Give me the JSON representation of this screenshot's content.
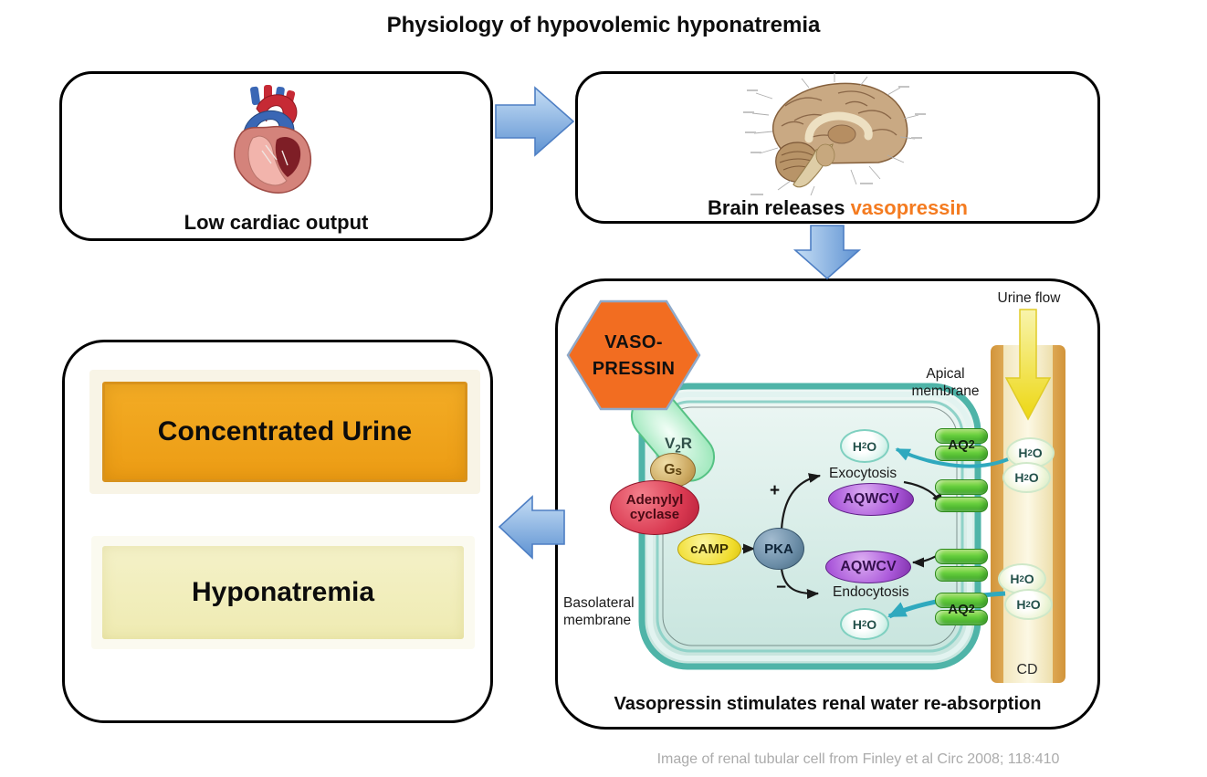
{
  "title": "Physiology of hypovolemic hyponatremia",
  "footnote": "Image of renal tubular cell from Finley et al Circ 2008; 118:410",
  "cardiac_box": {
    "label": "Low cardiac output"
  },
  "brain_box": {
    "prefix": "Brain releases ",
    "highlight": "vasopressin"
  },
  "outcome_box": {
    "concentrated": "Concentrated Urine",
    "hyponatremia": "Hyponatremia"
  },
  "cell_box": {
    "caption": "Vasopressin stimulates renal water re-absorption",
    "hexagon_line1": "VASO-",
    "hexagon_line2": "PRESSIN",
    "v2r": {
      "a": "V",
      "sub": "2",
      "b": "R"
    },
    "gs": {
      "a": "G",
      "sub": "s"
    },
    "adenylyl": "Adenylyl cyclase",
    "camp": "cAMP",
    "pka": "PKA",
    "plus": "+",
    "minus": "−",
    "exocytosis": "Exocytosis",
    "endocytosis": "Endocytosis",
    "aqwcv": "AQWCV",
    "h2o": {
      "a": "H",
      "sub": "2",
      "b": "O"
    },
    "aq2": {
      "a": "AQ",
      "sub": "2"
    },
    "apical_line1": "Apical",
    "apical_line2": "membrane",
    "basolateral_line1": "Basolateral",
    "basolateral_line2": "membrane",
    "urine_flow": "Urine flow",
    "cd": "CD"
  },
  "colors": {
    "vasopressin_hexagon": "#F26D21",
    "vasopressin_text": "#F47B20",
    "arrow_blue": "#6FA0DC",
    "urine_bar_orange": "#F0A01E",
    "hyponatremia_bar": "#F2EFC2",
    "duct_tan": "#E2A850",
    "channel_green": "#52C233",
    "vesicle_purple": "#A855D8",
    "membrane_teal": "#4FB4A8"
  }
}
